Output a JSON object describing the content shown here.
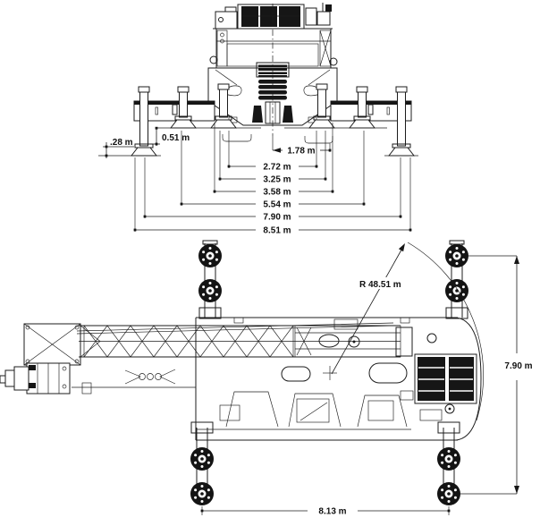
{
  "front_view": {
    "dim_pad_height": ".28 m",
    "dim_jack_extension": "0.51 m",
    "spread_dims": [
      "1.78 m",
      "2.72 m",
      "3.25 m",
      "3.58 m",
      "5.54 m",
      "7.90 m",
      "8.51 m"
    ]
  },
  "plan_view": {
    "dim_tail_radius": "R 48.51 m",
    "dim_outrigger_span": "7.90 m",
    "dim_outrigger_base": "8.13 m"
  }
}
